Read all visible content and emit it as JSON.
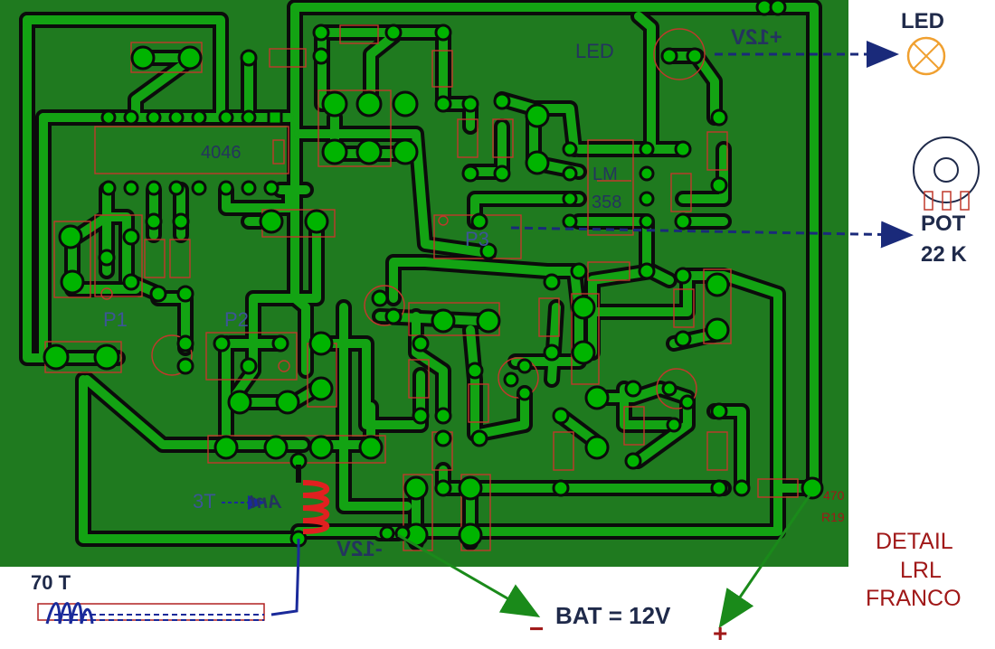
{
  "board": {
    "ic_pll": "4046",
    "ic_opamp": [
      "LM",
      "358"
    ],
    "pot_p1": "P1",
    "pot_p2": "P2",
    "pot_p3": "P3",
    "led_pad_label": "LED",
    "pos_supply_label": "+12V",
    "neg_supply_label": "-12V",
    "coil_turns": "3T",
    "ant_label": "Ant",
    "resistor_value": "470",
    "resistor_ref": "R19"
  },
  "external": {
    "led_title": "LED",
    "pot_title": "POT",
    "pot_value": "22 K",
    "search_coil_turns": "70 T",
    "battery_label": "BAT = 12V",
    "bat_minus": "−",
    "bat_plus": "+"
  },
  "caption": {
    "line1": "DETAIL",
    "line2": "LRL",
    "line3": "FRANCO"
  },
  "colors": {
    "board": "#1f7a1f",
    "track": "#0b0b0b",
    "pad": "#00b400",
    "silk": "#c0392b",
    "arrow_navy": "#1a2a7a",
    "arrow_green": "#1a8a1a",
    "coil_red": "#e02020"
  }
}
